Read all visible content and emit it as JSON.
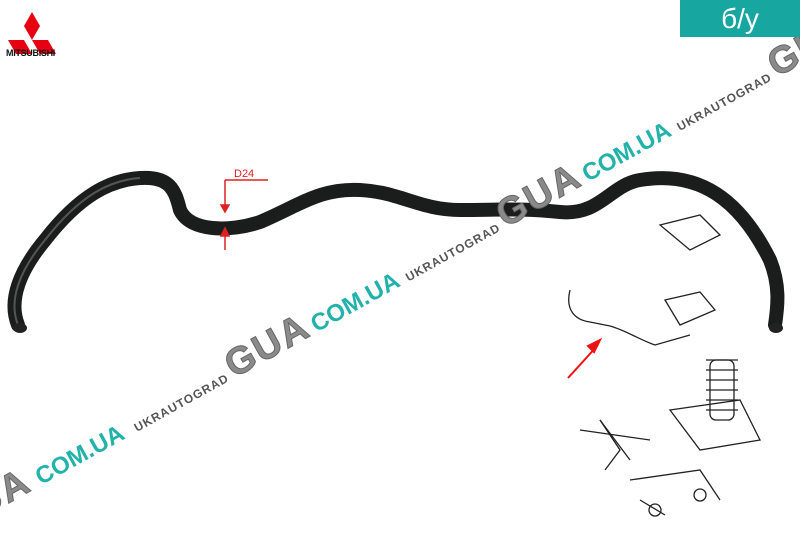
{
  "brand": {
    "name": "MITSUBISHI",
    "color": "#e60012"
  },
  "badge": {
    "label": "б/у",
    "color": "#17a7a0"
  },
  "dimension": {
    "label": "D24",
    "color": "#dd2222"
  },
  "watermark": {
    "gua": "GUA",
    "domain": "COM.UA",
    "site": "UKRAUTOGRAD"
  }
}
